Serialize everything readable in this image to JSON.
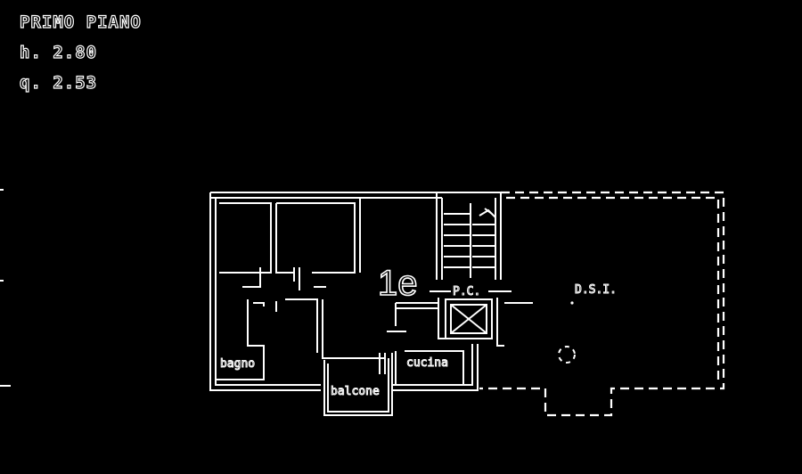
{
  "header": {
    "floor": "PRIMO PIANO",
    "height": "h. 2.80",
    "level": "q. 2.53"
  },
  "plan": {
    "unit_code": "1e",
    "labels": {
      "bagno": "bagno",
      "cucina": "cucina",
      "balcone": "balcone",
      "pc": "P.C.",
      "dsi": "D.S.I."
    }
  },
  "colors": {
    "background": "#000000",
    "line": "#ffffff"
  }
}
